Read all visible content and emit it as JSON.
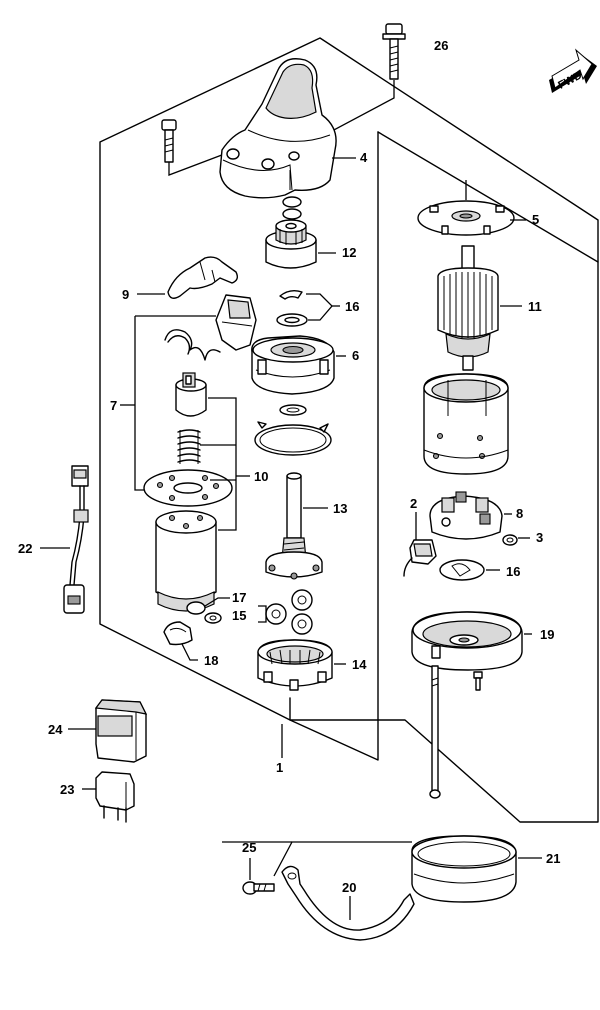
{
  "diagram": {
    "fwd_label": "FWD",
    "labels": [
      "26",
      "4",
      "5",
      "12",
      "9",
      "16",
      "11",
      "6",
      "7",
      "10",
      "13",
      "8",
      "2",
      "3",
      "16",
      "22",
      "17",
      "15",
      "19",
      "18",
      "14",
      "24",
      "1",
      "23",
      "25",
      "21",
      "20"
    ]
  }
}
